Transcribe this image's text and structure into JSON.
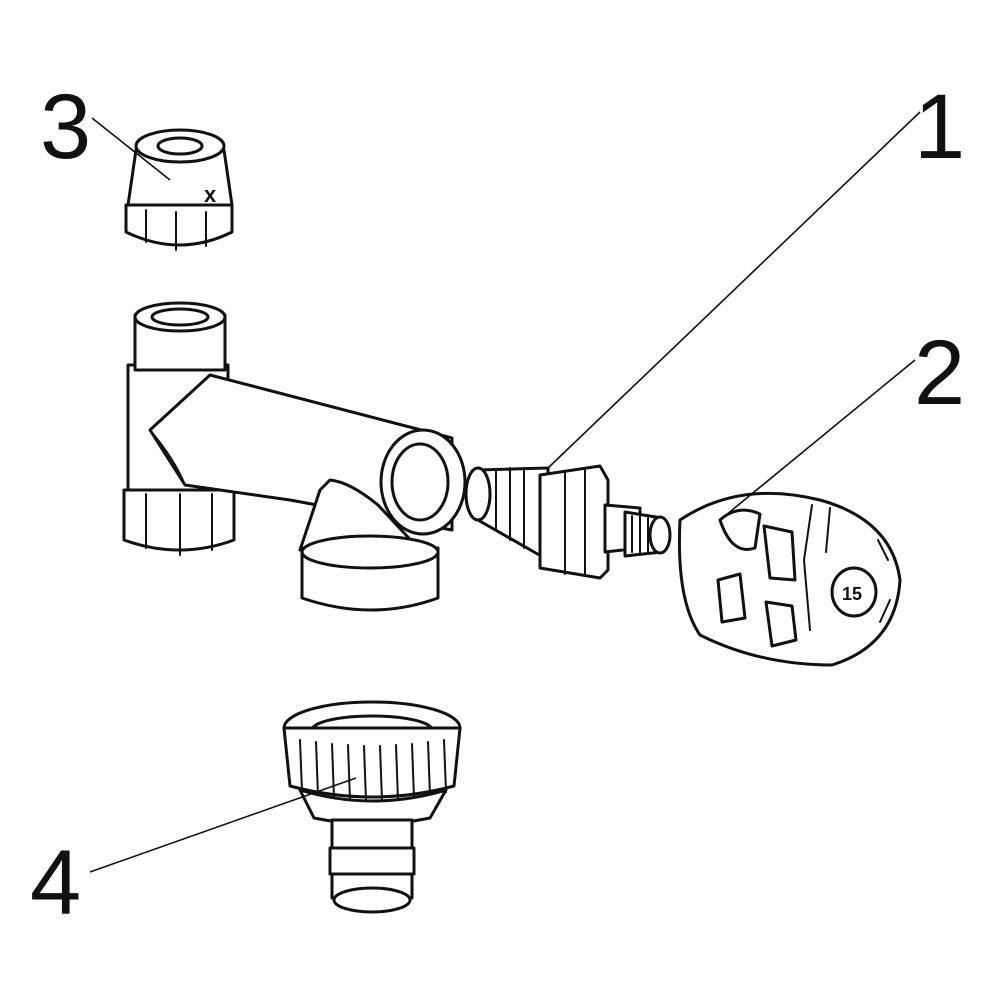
{
  "callouts": {
    "one": "1",
    "two": "2",
    "three": "3",
    "four": "4"
  },
  "markings": {
    "nut_mark": "x",
    "knob_mark": "15"
  },
  "colors": {
    "line": "#111111",
    "fill": "#ffffff"
  }
}
